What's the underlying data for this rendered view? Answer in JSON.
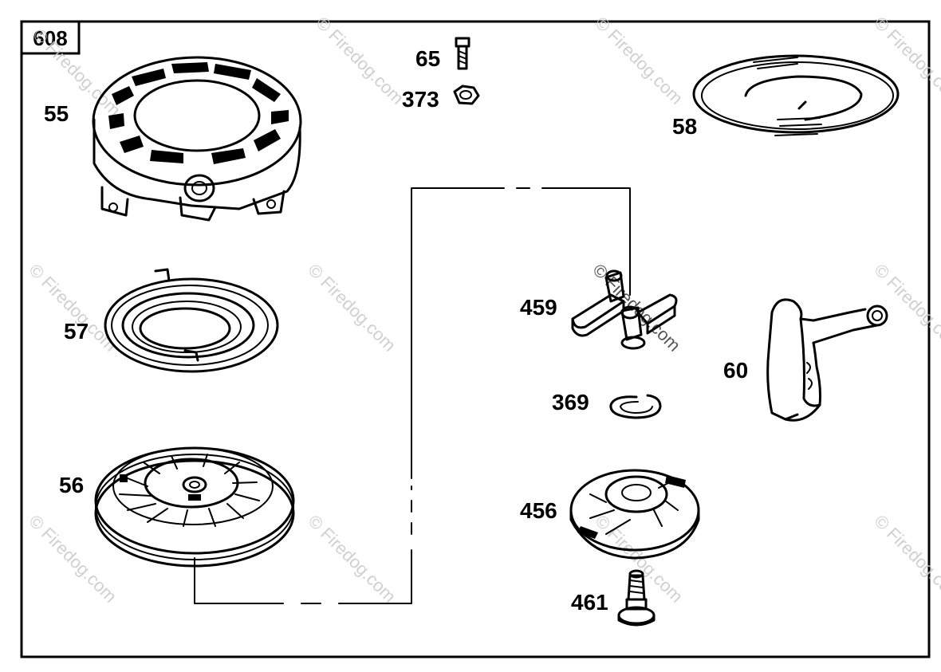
{
  "diagram_id": "608",
  "watermark": "© Firedog.com",
  "parts": [
    {
      "label": "55",
      "icon": "recoil-housing-icon"
    },
    {
      "label": "65",
      "icon": "bolt-icon"
    },
    {
      "label": "373",
      "icon": "nut-icon"
    },
    {
      "label": "58",
      "icon": "rope-icon"
    },
    {
      "label": "57",
      "icon": "recoil-spring-icon"
    },
    {
      "label": "459",
      "icon": "pawl-icon"
    },
    {
      "label": "60",
      "icon": "starter-handle-icon"
    },
    {
      "label": "369",
      "icon": "retaining-ring-icon"
    },
    {
      "label": "56",
      "icon": "pulley-icon"
    },
    {
      "label": "456",
      "icon": "pawl-plate-icon"
    },
    {
      "label": "461",
      "icon": "screw-icon"
    }
  ]
}
